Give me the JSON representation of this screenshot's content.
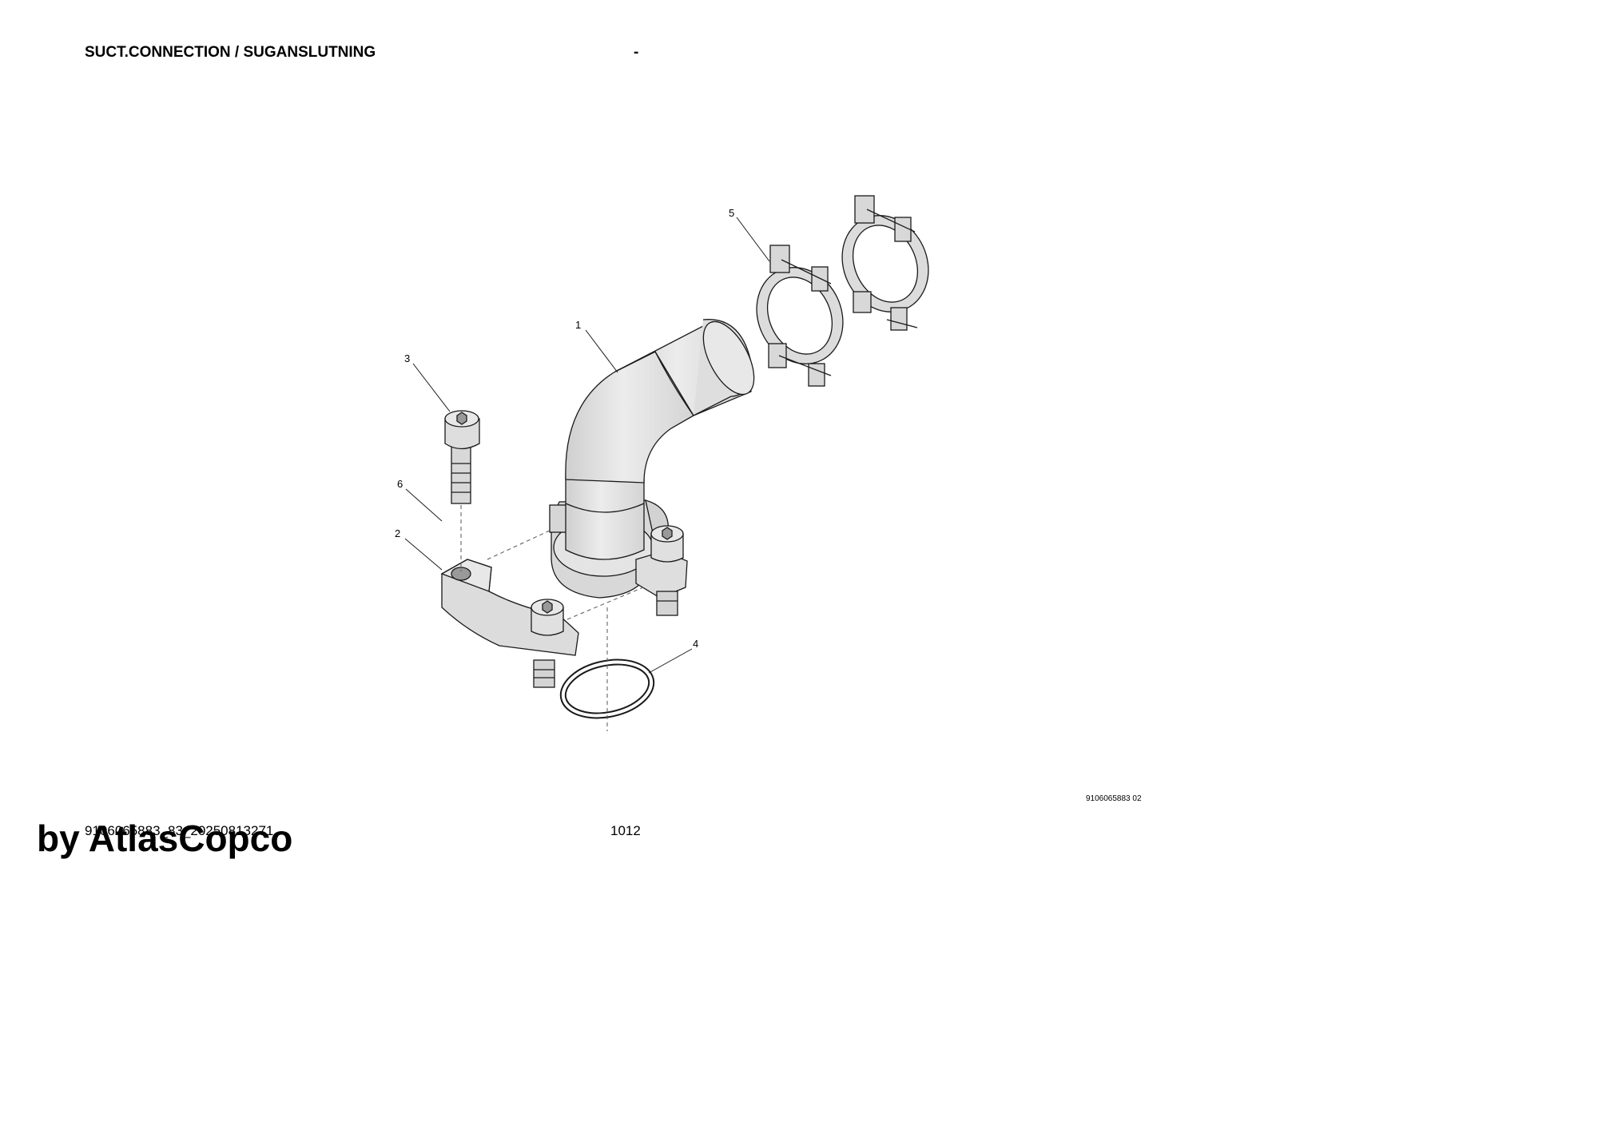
{
  "header": {
    "title": "SUCT.CONNECTION / SUGANSLUTNING",
    "separator": "-"
  },
  "drawing": {
    "drawing_number": "9106065883 02",
    "callouts": [
      "1",
      "2",
      "3",
      "4",
      "5",
      "6"
    ]
  },
  "footer": {
    "document_id": "9106065883_83_20250813271",
    "page_number": "1012",
    "watermark": "by AtlasCopco"
  },
  "colors": {
    "part_fill": "#e2e2e2",
    "part_stroke": "#1a1a1a",
    "shadow_fill": "#c8c8c8",
    "hidden_line": "#555555"
  }
}
